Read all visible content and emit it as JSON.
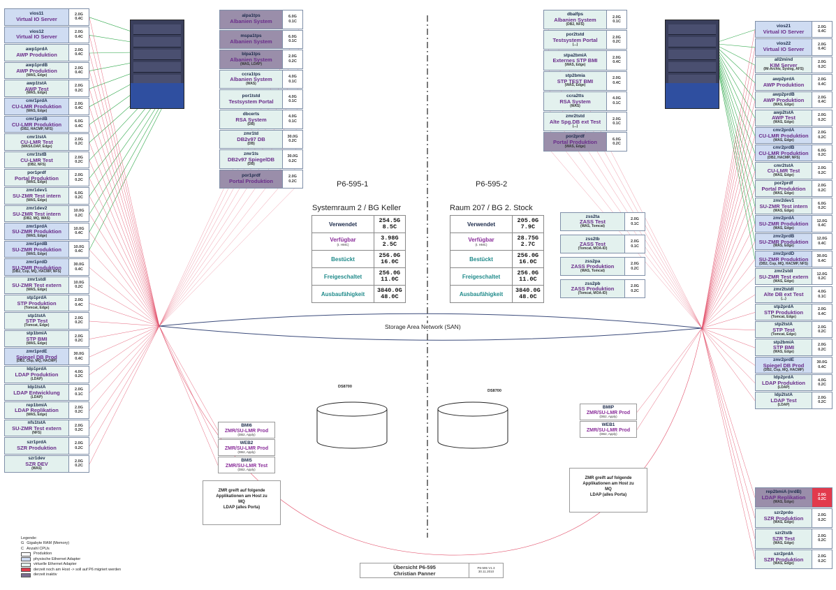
{
  "left_lpars": [
    {
      "name": "vios11",
      "desc": "Virtual IO Server",
      "note": "",
      "ram": "2.0G",
      "cpu": "0.4C",
      "kind": "physical"
    },
    {
      "name": "vios12",
      "desc": "Virtual IO Server",
      "note": "",
      "ram": "2.0G",
      "cpu": "0.4C",
      "kind": "physical"
    },
    {
      "name": "awp1prdA",
      "desc": "AWP Produktion",
      "note": "",
      "ram": "2.0G",
      "cpu": "0.4C",
      "kind": "virtual"
    },
    {
      "name": "awp1prdB",
      "desc": "AWP Produktion",
      "note": "(WAS, Edge)",
      "ram": "2.0G",
      "cpu": "0.4C",
      "kind": "virtual"
    },
    {
      "name": "awp1tstA",
      "desc": "AWP Test",
      "note": "(WAS, Edge)",
      "ram": "2.0G",
      "cpu": "0.2C",
      "kind": "virtual"
    },
    {
      "name": "cmr1prdA",
      "desc": "CU-LMR Produktion",
      "note": "(WAS, Edge)",
      "ram": "2.0G",
      "cpu": "0.4C",
      "kind": "physical"
    },
    {
      "name": "cmr1prdB",
      "desc": "CU-LMR Produktion",
      "note": "(DB2, HACMP, NFS)",
      "ram": "6.0G",
      "cpu": "0.4C",
      "kind": "physical"
    },
    {
      "name": "cmr1tstA",
      "desc": "CU-LMR Test",
      "note": "(WAS/LDAP, Edge)",
      "ram": "2.0G",
      "cpu": "0.2C",
      "kind": "virtual"
    },
    {
      "name": "cmr1tstB",
      "desc": "CU-LMR Test",
      "note": "(DB2, NFS)",
      "ram": "2.0G",
      "cpu": "0.2C",
      "kind": "virtual"
    },
    {
      "name": "por1prdf",
      "desc": "Portal Produktion",
      "note": "(WAS, Edge)",
      "ram": "2.0G",
      "cpu": "0.2C",
      "kind": "virtual"
    },
    {
      "name": "zmr1dev1",
      "desc": "SU-ZMR Test intern",
      "note": "(WAS, Edge)",
      "ram": "6.0G",
      "cpu": "0.2C",
      "kind": "virtual"
    },
    {
      "name": "zmr1dev2",
      "desc": "SU-ZMR Test intern",
      "note": "(DB2, MQ, WAS)",
      "ram": "10.0G",
      "cpu": "0.2C",
      "kind": "virtual"
    },
    {
      "name": "zmr1prdA",
      "desc": "SU-ZMR Produktion",
      "note": "(WAS, Edge)",
      "ram": "10.0G",
      "cpu": "0.4C",
      "kind": "physical"
    },
    {
      "name": "zmr1prdB",
      "desc": "SU-ZMR Produktion",
      "note": "(WAS, Edge)",
      "ram": "10.0G",
      "cpu": "0.4C",
      "kind": "physical"
    },
    {
      "name": "zmr1prdD",
      "desc": "SU-ZMR Produktion",
      "note": "(DB2, Cop, MQ, HACMP, NFS)",
      "ram": "30.0G",
      "cpu": "0.4C",
      "kind": "physical"
    },
    {
      "name": "zmr1stdl",
      "desc": "SU-ZMR Test extern",
      "note": "(WAS, Edge)",
      "ram": "10.0G",
      "cpu": "0.2C",
      "kind": "virtual"
    },
    {
      "name": "stp1prdA",
      "desc": "STP Produktion",
      "note": "(Tomcat, Edge)",
      "ram": "2.0G",
      "cpu": "0.4C",
      "kind": "virtual"
    },
    {
      "name": "stp1tstA",
      "desc": "STP Test",
      "note": "(Tomcat, Edge)",
      "ram": "2.0G",
      "cpu": "0.2C",
      "kind": "virtual"
    },
    {
      "name": "stp1bmiA",
      "desc": "STP BMI",
      "note": "(WAS, Edge)",
      "ram": "2.0G",
      "cpu": "0.2C",
      "kind": "virtual"
    },
    {
      "name": "zmr1prdE",
      "desc": "Spiegel DB Prod",
      "note": "(DB2, Cop, MQ, HACMP)",
      "ram": "30.0G",
      "cpu": "0.4C",
      "kind": "physical"
    },
    {
      "name": "ldp1prdA",
      "desc": "LDAP Produktion",
      "note": "(LDAP)",
      "ram": "4.0G",
      "cpu": "0.2C",
      "kind": "virtual"
    },
    {
      "name": "ldp1tstA",
      "desc": "LDAP Entwicklung",
      "note": "(LDAP)",
      "ram": "2.0G",
      "cpu": "0.1C",
      "kind": "virtual"
    },
    {
      "name": "rep1bmiA",
      "desc": "LDAP Replikation",
      "note": "(WAS, Edge)",
      "ram": "2.0G",
      "cpu": "0.2C",
      "kind": "virtual"
    },
    {
      "name": "nfs1tstA",
      "desc": "SU-ZMR Test extern",
      "note": "(NFS)",
      "ram": "2.0G",
      "cpu": "0.2C",
      "kind": "virtual"
    },
    {
      "name": "szr1prdA",
      "desc": "SZR Produktion",
      "note": "",
      "ram": "2.0G",
      "cpu": "0.2C",
      "kind": "virtual"
    },
    {
      "name": "szr1dev",
      "desc": "SZR DEV",
      "note": "(WAS)",
      "ram": "2.0G",
      "cpu": "0.2C",
      "kind": "virtual"
    }
  ],
  "center_left_lpars": [
    {
      "name": "alpa1tps",
      "desc": "Albanien System",
      "note": "",
      "ram": "6.0G",
      "cpu": "0.1C",
      "kind": "inactive"
    },
    {
      "name": "mspa1tps",
      "desc": "Albanien System",
      "note": "",
      "ram": "6.0G",
      "cpu": "0.1C",
      "kind": "inactive"
    },
    {
      "name": "blpa1tps",
      "desc": "Albanien System",
      "note": "(WAS, LDAP)",
      "ram": "2.0G",
      "cpu": "0.2C",
      "kind": "inactive"
    },
    {
      "name": "ccra1tps",
      "desc": "Albanien System",
      "note": "(WAS)",
      "ram": "4.0G",
      "cpu": "0.1C",
      "kind": "virtual"
    },
    {
      "name": "por1tstd",
      "desc": "Testsystem Portal",
      "note": "",
      "ram": "4.0G",
      "cpu": "0.1C",
      "kind": "virtual"
    },
    {
      "name": "dbcerts",
      "desc": "RSA System",
      "note": "(DB)",
      "ram": "4.0G",
      "cpu": "0.1C",
      "kind": "virtual"
    },
    {
      "name": "zmr1td",
      "desc": "DB2v97 DB",
      "note": "(DB)",
      "ram": "30.0G",
      "cpu": "0.2C",
      "kind": "virtual"
    },
    {
      "name": "zmr1ts",
      "desc": "DB2v97 SpiegelDB",
      "note": "(DB)",
      "ram": "30.0G",
      "cpu": "0.2C",
      "kind": "virtual"
    },
    {
      "name": "por1prdf",
      "desc": "Portal Produktion",
      "note": "",
      "ram": "2.0G",
      "cpu": "0.2C",
      "kind": "inactive"
    }
  ],
  "center_right_lpars": [
    {
      "name": "dbalfps",
      "desc": "Albanien System",
      "note": "(DB2, NFS)",
      "ram": "2.0G",
      "cpu": "0.1C",
      "kind": "virtual"
    },
    {
      "name": "por2tstd",
      "desc": "Testsystem Portal",
      "note": "(...)",
      "ram": "2.0G",
      "cpu": "0.2C",
      "kind": "virtual"
    },
    {
      "name": "stpa2bmiA",
      "desc": "Externes STP BMI",
      "note": "(WAS, Edge)",
      "ram": "2.0G",
      "cpu": "0.4C",
      "kind": "virtual"
    },
    {
      "name": "stp2bmia",
      "desc": "STP TEST BMI",
      "note": "(WAS, Edge)",
      "ram": "2.0G",
      "cpu": "0.4C",
      "kind": "virtual"
    },
    {
      "name": "ccra2tts",
      "desc": "RSA System",
      "note": "(WAS)",
      "ram": "4.0G",
      "cpu": "0.1C",
      "kind": "virtual"
    },
    {
      "name": "zmr2tstd",
      "desc": "Alte Spg.DB ext Test",
      "note": "(...)",
      "ram": "2.0G",
      "cpu": "0.1C",
      "kind": "virtual"
    },
    {
      "name": "por2prdf",
      "desc": "Portal Produktion",
      "note": "(WAS, Edge)",
      "ram": "6.0G",
      "cpu": "0.2C",
      "kind": "inactive"
    }
  ],
  "zass_lpars": [
    {
      "name": "zss2ta",
      "desc": "ZASS Test",
      "note": "(WAS, Tomcat)",
      "ram": "2.0G",
      "cpu": "0.1C",
      "kind": "virtual"
    },
    {
      "name": "zss2tb",
      "desc": "ZASS Test",
      "note": "(Tomcat, MOA-ID)",
      "ram": "2.0G",
      "cpu": "0.1C",
      "kind": "virtual"
    },
    {
      "name": "zss2pa",
      "desc": "ZASS Produktion",
      "note": "(WAS, Tomcat)",
      "ram": "2.0G",
      "cpu": "0.2C",
      "kind": "virtual"
    },
    {
      "name": "zss2pb",
      "desc": "ZASS Produktion",
      "note": "(Tomcat, MOA-ID)",
      "ram": "2.0G",
      "cpu": "0.2C",
      "kind": "virtual"
    }
  ],
  "right_lpars": [
    {
      "name": "vios21",
      "desc": "Virtual IO Server",
      "note": "",
      "ram": "2.0G",
      "cpu": "0.4C",
      "kind": "physical"
    },
    {
      "name": "vios22",
      "desc": "Virtual IO Server",
      "note": "",
      "ram": "2.0G",
      "cpu": "0.4C",
      "kind": "physical"
    },
    {
      "name": "all2mind",
      "desc": "KIM Server",
      "note": "(IM-Archiv, Syslog, AFS)",
      "ram": "2.0G",
      "cpu": "0.2C",
      "kind": "virtual"
    },
    {
      "name": "awp2prdA",
      "desc": "AWP Produktion",
      "note": "",
      "ram": "2.0G",
      "cpu": "0.4C",
      "kind": "virtual"
    },
    {
      "name": "awp2prdB",
      "desc": "AWP Produktion",
      "note": "(WAS, Edge)",
      "ram": "2.0G",
      "cpu": "0.4C",
      "kind": "virtual"
    },
    {
      "name": "awp2tstA",
      "desc": "AWP Test",
      "note": "(WAS, Edge)",
      "ram": "2.0G",
      "cpu": "0.2C",
      "kind": "virtual"
    },
    {
      "name": "cmr2prdA",
      "desc": "CU-LMR Produktion",
      "note": "(WAS, Edge)",
      "ram": "2.0G",
      "cpu": "0.2C",
      "kind": "physical"
    },
    {
      "name": "cmr2prdB",
      "desc": "CU-LMR Produktion",
      "note": "(DB2, HACMP, NFS)",
      "ram": "6.0G",
      "cpu": "0.2C",
      "kind": "physical"
    },
    {
      "name": "cmr2tstA",
      "desc": "CU-LMR Test",
      "note": "(WAS, Edge)",
      "ram": "2.0G",
      "cpu": "0.2C",
      "kind": "virtual"
    },
    {
      "name": "por2prdf",
      "desc": "Portal Produktion",
      "note": "(WAS, Edge)",
      "ram": "2.0G",
      "cpu": "0.2C",
      "kind": "virtual"
    },
    {
      "name": "zmr2dev1",
      "desc": "SU-ZMR Test intern",
      "note": "(WAS, Edge)",
      "ram": "6.0G",
      "cpu": "0.2C",
      "kind": "virtual"
    },
    {
      "name": "zmr2prdA",
      "desc": "SU-ZMR Produktion",
      "note": "(WAS, Edge)",
      "ram": "12.0G",
      "cpu": "0.4C",
      "kind": "physical"
    },
    {
      "name": "zmr2prdB",
      "desc": "SU-ZMR Produktion",
      "note": "(WAS, Edge)",
      "ram": "12.0G",
      "cpu": "0.4C",
      "kind": "physical"
    },
    {
      "name": "zmr2prdD",
      "desc": "SU-ZMR Produktion",
      "note": "(DB2, Cop, MQ, HACMP, NFS)",
      "ram": "30.0G",
      "cpu": "0.4C",
      "kind": "physical"
    },
    {
      "name": "zmr2stdl",
      "desc": "SU-ZMR Test extern",
      "note": "(WAS, Edge)",
      "ram": "12.0G",
      "cpu": "0.2C",
      "kind": "virtual"
    },
    {
      "name": "zmr2tstdl",
      "desc": "Alte DB ext Test",
      "note": "(...)",
      "ram": "4.0G",
      "cpu": "0.1C",
      "kind": "virtual"
    },
    {
      "name": "stp2prdA",
      "desc": "STP Produktion",
      "note": "(Tomcat, Edge)",
      "ram": "2.0G",
      "cpu": "0.4C",
      "kind": "virtual"
    },
    {
      "name": "stp2tstA",
      "desc": "STP Test",
      "note": "(Tomcat, Edge)",
      "ram": "2.0G",
      "cpu": "0.2C",
      "kind": "virtual"
    },
    {
      "name": "stp2bmiA",
      "desc": "STP BMI",
      "note": "(WAS, Edge)",
      "ram": "2.0G",
      "cpu": "0.2C",
      "kind": "virtual"
    },
    {
      "name": "zmr2prdE",
      "desc": "Spiegel DB Prod",
      "note": "(DB2, Cop, MQ, HACMP)",
      "ram": "30.0G",
      "cpu": "0.4C",
      "kind": "physical"
    },
    {
      "name": "ldp2prdA",
      "desc": "LDAP Produktion",
      "note": "(LDAP)",
      "ram": "4.0G",
      "cpu": "0.2C",
      "kind": "virtual"
    },
    {
      "name": "ldp2tstA",
      "desc": "LDAP Test",
      "note": "(LDAP)",
      "ram": "2.0G",
      "cpu": "0.2C",
      "kind": "virtual"
    }
  ],
  "right_bottom_lpars": [
    {
      "name": "rep2bmiA (nrdB)",
      "desc": "LDAP Replikation",
      "note": "(WAS, Edge)",
      "ram": "2.0G",
      "cpu": "0.2C",
      "kind": "migrate"
    },
    {
      "name": "szr2prdo",
      "desc": "SZR Produktion",
      "note": "(WAS, Edge)",
      "ram": "2.0G",
      "cpu": "0.2C",
      "kind": "virtual"
    },
    {
      "name": "szr2tstb",
      "desc": "SZR Test",
      "note": "(WAS, Edge)",
      "ram": "2.0G",
      "cpu": "0.2C",
      "kind": "virtual"
    },
    {
      "name": "szr2prdA",
      "desc": "SZR Produktion",
      "note": "(WAS, Edge)",
      "ram": "2.0G",
      "cpu": "0.2C",
      "kind": "virtual"
    }
  ],
  "hosts": [
    {
      "title": "P6-595-1",
      "room": "Systemraum 2 / BG Keller",
      "rows": [
        {
          "label": "Verwendet",
          "sub": "",
          "ram": "254.5G",
          "cpu": "8.5C",
          "color": "dark"
        },
        {
          "label": "Verfügbar",
          "sub": "(t. HMC)",
          "ram": "3.98G",
          "cpu": "2.5C",
          "color": "purple"
        },
        {
          "label": "Bestückt",
          "sub": "",
          "ram": "256.0G",
          "cpu": "16.0C",
          "color": "teal"
        },
        {
          "label": "Freigeschaltet",
          "sub": "",
          "ram": "256.0G",
          "cpu": "11.0C",
          "color": "teal"
        },
        {
          "label": "Ausbaufähigkeit",
          "sub": "",
          "ram": "3840.0G",
          "cpu": "48.0C",
          "color": "teal"
        }
      ]
    },
    {
      "title": "P6-595-2",
      "room": "Raum 207 / BG 2. Stock",
      "rows": [
        {
          "label": "Verwendet",
          "sub": "",
          "ram": "205.0G",
          "cpu": "7.9C",
          "color": "dark"
        },
        {
          "label": "Verfügbar",
          "sub": "(t. HMC)",
          "ram": "28.75G",
          "cpu": "2.7C",
          "color": "purple"
        },
        {
          "label": "Bestückt",
          "sub": "",
          "ram": "256.0G",
          "cpu": "16.0C",
          "color": "teal"
        },
        {
          "label": "Freigeschaltet",
          "sub": "",
          "ram": "256.0G",
          "cpu": "11.0C",
          "color": "teal"
        },
        {
          "label": "Ausbaufähigkeit",
          "sub": "",
          "ram": "3840.0G",
          "cpu": "48.0C",
          "color": "teal"
        }
      ]
    }
  ],
  "san_label": "Storage Area Network (SAN)",
  "storage_labels": [
    "DS8700",
    "DS8700"
  ],
  "apps_left": [
    {
      "name": "BMI6",
      "desc": "ZMR/SU-LMR Prod",
      "note": "(DB2, Apply)"
    },
    {
      "name": "WEB2",
      "desc": "ZMR/SU-LMR Prod",
      "note": "(DB2, Apply)"
    },
    {
      "name": "BMI5",
      "desc": "ZMR/SU-LMR Test",
      "note": "(DB2, Apply)"
    }
  ],
  "apps_right": [
    {
      "name": "BMIP",
      "desc": "ZMR/SU-LMR Prod",
      "note": "(DB2, Apply)"
    },
    {
      "name": "WEB1",
      "desc": "ZMR/SU-LMR Prod",
      "note": "(DB2, Apply)"
    }
  ],
  "note_text": [
    "ZMR greift auf folgende",
    "Applikationen am Host zu",
    "MQ",
    "LDAP (alles Porta)"
  ],
  "legend": {
    "title": "Legende:",
    "items": [
      {
        "key": "G",
        "text": "Gigabyte RAM (Memory)"
      },
      {
        "key": "C",
        "text": "Anzahl CPUs"
      }
    ],
    "swatches": [
      {
        "text": "Produktion",
        "color": "#ffffff"
      },
      {
        "text": "physische Ethernet Adapter",
        "color": "#cfdcf2"
      },
      {
        "text": "virtuelle Ethernet Adapter",
        "color": "#e3f1ee"
      },
      {
        "text": "derzeit noch am Host -> soll auf P6 migriert werden",
        "color": "#e23a4c"
      },
      {
        "text": "derzeit inaktiv",
        "color": "#7a6d90"
      }
    ]
  },
  "footer": {
    "title": "Übersicht P6-595",
    "author": "Christian Panner",
    "version": "P6-595 V1.3",
    "date": "30.11.2010"
  },
  "colors": {
    "link_red": "#e2506a",
    "link_green": "#2fa84a",
    "san": "#3a4a7a"
  }
}
